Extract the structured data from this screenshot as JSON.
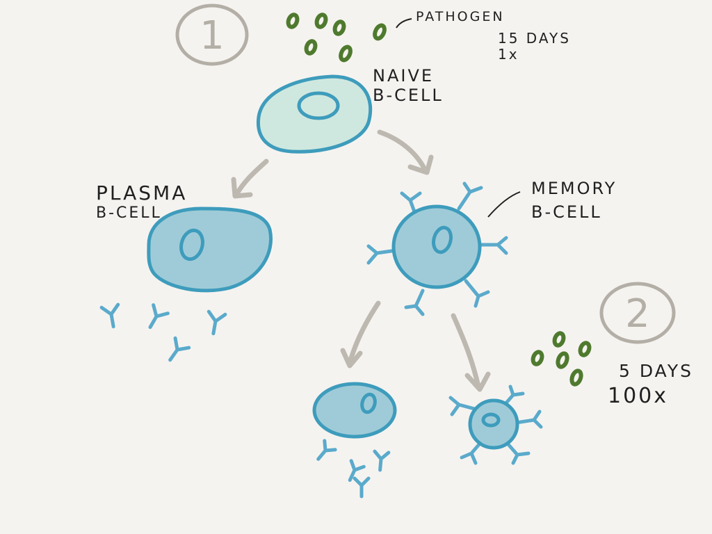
{
  "steps": {
    "first": "1",
    "second": "2"
  },
  "labels": {
    "pathogen": "PATHOGEN",
    "primary_days": "15 DAYS",
    "primary_multiplier": "1x",
    "naive_line1": "NAIVE",
    "naive_line2": "B-CELL",
    "plasma_line1": "PLASMA",
    "plasma_line2": "B-CELL",
    "memory_line1": "MEMORY",
    "memory_line2": "B-CELL",
    "secondary_days": "5 DAYS",
    "secondary_multiplier": "100x"
  },
  "colors": {
    "background": "#f5f3f0",
    "naive_fill": "#cfe8df",
    "cell_fill": "#9fcbd8",
    "cell_stroke": "#3e9cbc",
    "antibody": "#5aaacb",
    "pathogen": "#4f7a2e",
    "arrow": "#bdb8b0",
    "step_circle": "#b4afa6",
    "ink": "#1f1f1f"
  }
}
